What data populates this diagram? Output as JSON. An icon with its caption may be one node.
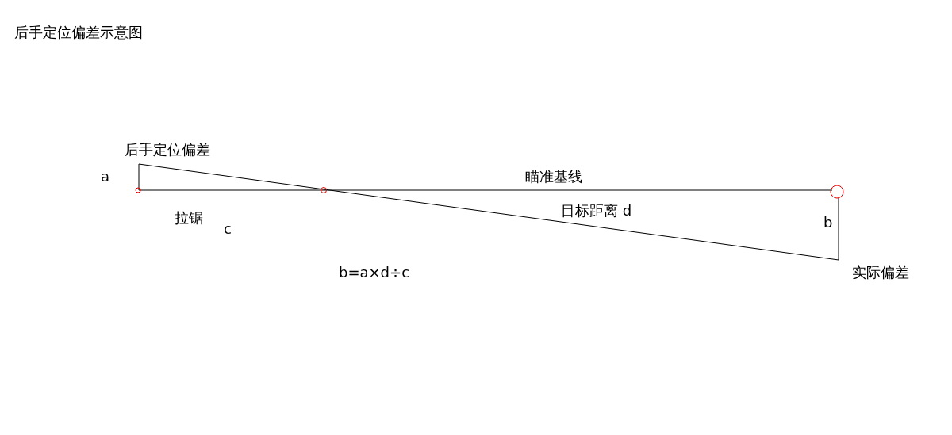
{
  "diagram": {
    "title": "后手定位偏差示意图",
    "labels": [
      "后手定位偏差",
      "a",
      "瞄准基线",
      "拉锯",
      "c",
      "目标距离 d",
      "b",
      "实际偏差",
      "b=a×d÷c"
    ]
  }
}
